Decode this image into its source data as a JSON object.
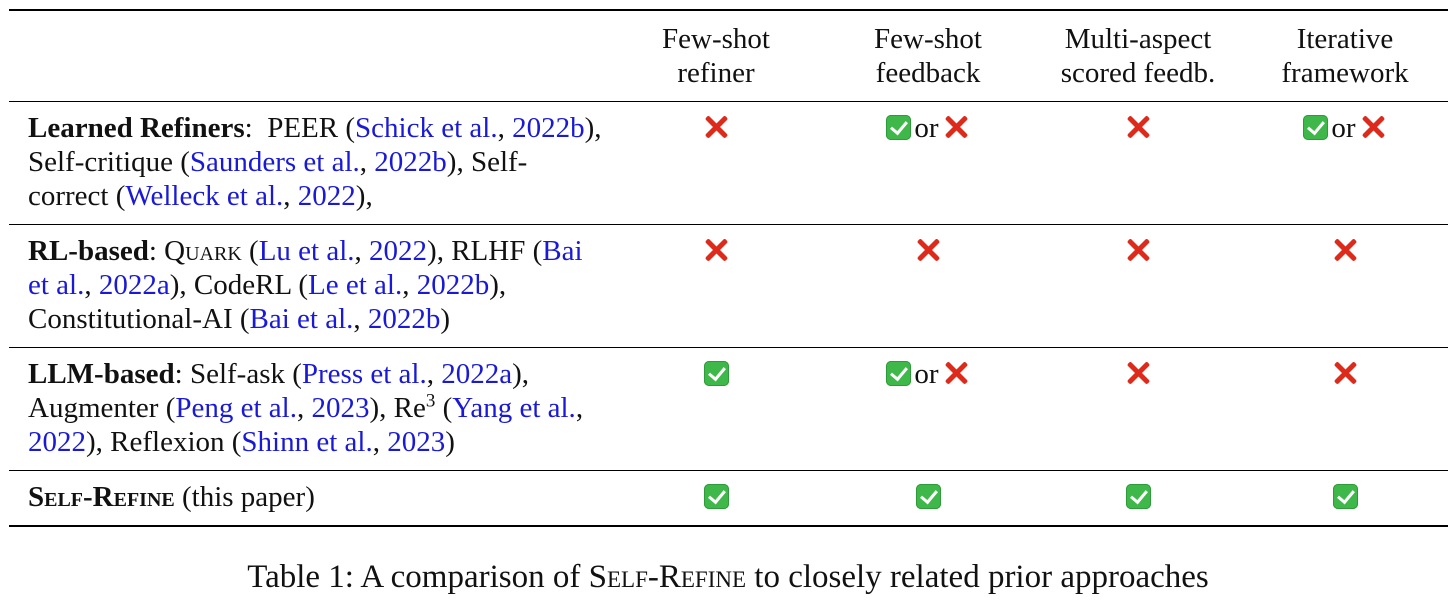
{
  "table": {
    "headers": [
      {
        "line1": "",
        "line2": ""
      },
      {
        "line1": "Few-shot",
        "line2": "refiner"
      },
      {
        "line1": "Few-shot",
        "line2": "feedback"
      },
      {
        "line1": "Multi-aspect",
        "line2": "scored feedb."
      },
      {
        "line1": "Iterative",
        "line2": "framework"
      }
    ],
    "or_word": "or",
    "rows": [
      {
        "category": "Learned Refiners",
        "sep": ":",
        "parts": [
          {
            "text": "  PEER (",
            "link": false
          },
          {
            "text": "Schick et al.",
            "link": true
          },
          {
            "text": ", ",
            "link": false
          },
          {
            "text": "2022b",
            "link": true
          },
          {
            "text": "), Self-critique (",
            "link": false
          },
          {
            "text": "Saunders et al.",
            "link": true
          },
          {
            "text": ", ",
            "link": false
          },
          {
            "text": "2022b",
            "link": true
          },
          {
            "text": "), Self-correct (",
            "link": false
          },
          {
            "text": "Welleck et al.",
            "link": true
          },
          {
            "text": ", ",
            "link": false
          },
          {
            "text": "2022",
            "link": true
          },
          {
            "text": "),",
            "link": false
          }
        ],
        "marks": [
          "cross",
          "check-or-cross",
          "cross",
          "check-or-cross"
        ]
      },
      {
        "category": "RL-based",
        "sep": ":",
        "parts": [
          {
            "text": " ",
            "link": false
          },
          {
            "text": "Quark",
            "link": false,
            "smallcaps": true
          },
          {
            "text": " (",
            "link": false
          },
          {
            "text": "Lu et al.",
            "link": true
          },
          {
            "text": ", ",
            "link": false
          },
          {
            "text": "2022",
            "link": true
          },
          {
            "text": "), RLHF (",
            "link": false
          },
          {
            "text": "Bai et al.",
            "link": true
          },
          {
            "text": ", ",
            "link": false
          },
          {
            "text": "2022a",
            "link": true
          },
          {
            "text": "), CodeRL (",
            "link": false
          },
          {
            "text": "Le et al.",
            "link": true
          },
          {
            "text": ", ",
            "link": false
          },
          {
            "text": "2022b",
            "link": true
          },
          {
            "text": "), Constitutional-AI (",
            "link": false
          },
          {
            "text": "Bai et al.",
            "link": true
          },
          {
            "text": ", ",
            "link": false
          },
          {
            "text": "2022b",
            "link": true
          },
          {
            "text": ")",
            "link": false
          }
        ],
        "marks": [
          "cross",
          "cross",
          "cross",
          "cross"
        ]
      },
      {
        "category": "LLM-based",
        "sep": ":",
        "parts": [
          {
            "text": " Self-ask (",
            "link": false
          },
          {
            "text": "Press et al.",
            "link": true
          },
          {
            "text": ", ",
            "link": false
          },
          {
            "text": "2022a",
            "link": true
          },
          {
            "text": "), Augmenter (",
            "link": false
          },
          {
            "text": "Peng et al.",
            "link": true
          },
          {
            "text": ", ",
            "link": false
          },
          {
            "text": "2023",
            "link": true
          },
          {
            "text": "), Re",
            "link": false
          },
          {
            "text": "3",
            "link": false,
            "sup": true
          },
          {
            "text": " (",
            "link": false
          },
          {
            "text": "Yang et al.",
            "link": true
          },
          {
            "text": ", ",
            "link": false
          },
          {
            "text": "2022",
            "link": true
          },
          {
            "text": "), Reflexion (",
            "link": false
          },
          {
            "text": "Shinn et al.",
            "link": true
          },
          {
            "text": ", ",
            "link": false
          },
          {
            "text": "2023",
            "link": true
          },
          {
            "text": ")",
            "link": false
          }
        ],
        "marks": [
          "check",
          "check-or-cross",
          "cross",
          "cross"
        ]
      },
      {
        "category": "Self-Refine",
        "category_smallcaps": true,
        "sep": "",
        "parts": [
          {
            "text": " (this paper)",
            "link": false
          }
        ],
        "marks": [
          "check",
          "check",
          "check",
          "check"
        ]
      }
    ]
  },
  "caption": {
    "prefix": "Table 1: A comparison of ",
    "name": "Self-Refine",
    "suffix": " to closely related prior approaches"
  },
  "colors": {
    "link": "#1a1ad6",
    "check": "#3fb84a",
    "cross": "#dd2a1b"
  }
}
